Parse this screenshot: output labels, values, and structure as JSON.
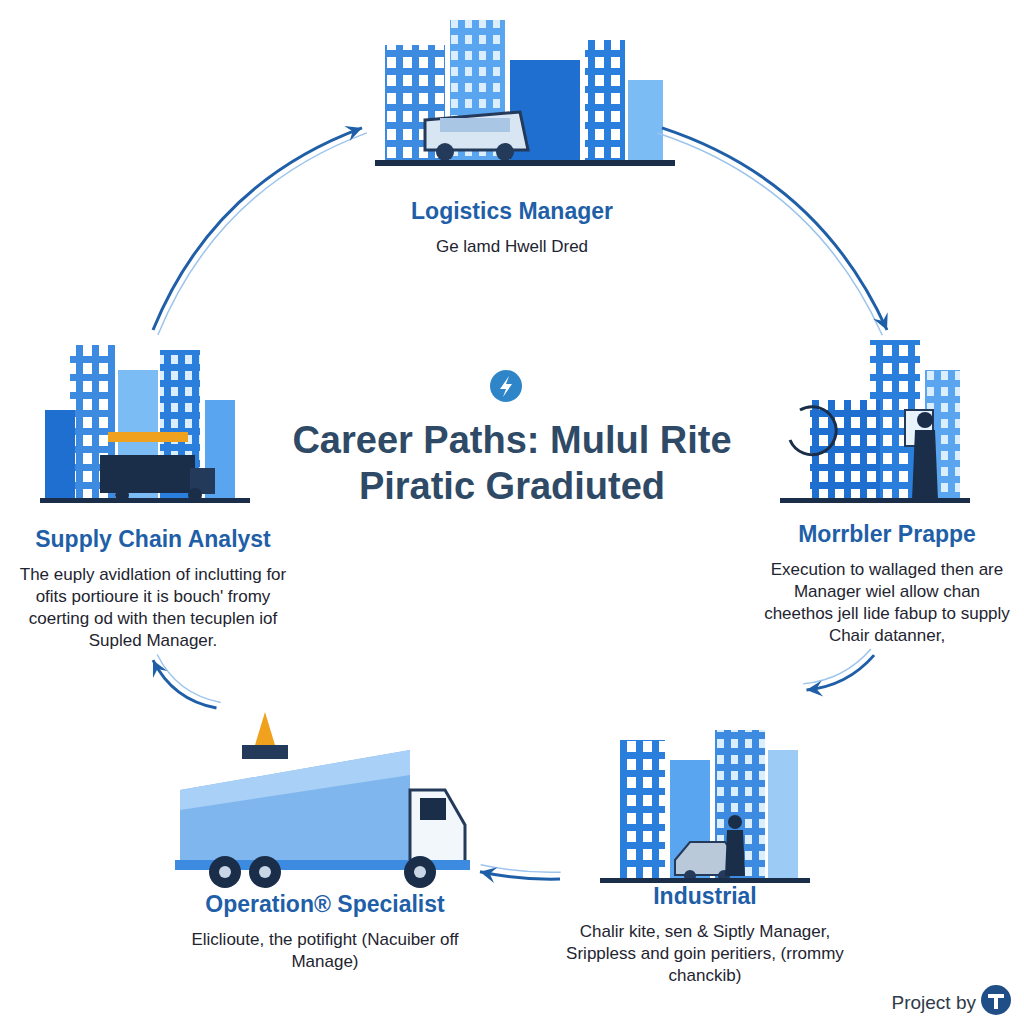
{
  "diagram": {
    "title": "Career Paths: Mulul Rite Piratic Gradiuted",
    "nodes": [
      {
        "text": [
          "Logistics Manager",
          "Ge lamd Hwell Dred"
        ]
      },
      {
        "text": [
          "Morrbler Prappe",
          "Execution to wallaged then are Manager wiel allow chan cheethos jell lide fabup to supply Chair datanner,"
        ]
      },
      {
        "text": [
          "Industrial",
          "Chalir kite, sen & Siptly Manager, Srippless and goin peritiers, (rrommy chanckib)"
        ]
      },
      {
        "text": [
          "Operation® Specialist",
          "Eliclioute, the potifight (Nacuiber off Manage)"
        ]
      },
      {
        "text": [
          "Supply Chain Analyst",
          "The euply avidlation of inclutting for ofits portioure it is bouch' fromy coerting od with then tecuplen iof Supled Manager."
        ]
      }
    ],
    "edges": [
      {
        "from": 0,
        "to": 1,
        "arrow": "to"
      },
      {
        "from": 1,
        "to": 2,
        "arrow": "to"
      },
      {
        "from": 2,
        "to": 3,
        "arrow": "to"
      },
      {
        "from": 3,
        "to": 4,
        "arrow": "to"
      },
      {
        "from": 4,
        "to": 0,
        "arrow": "to"
      }
    ],
    "labels": [
      "Project by"
    ]
  }
}
